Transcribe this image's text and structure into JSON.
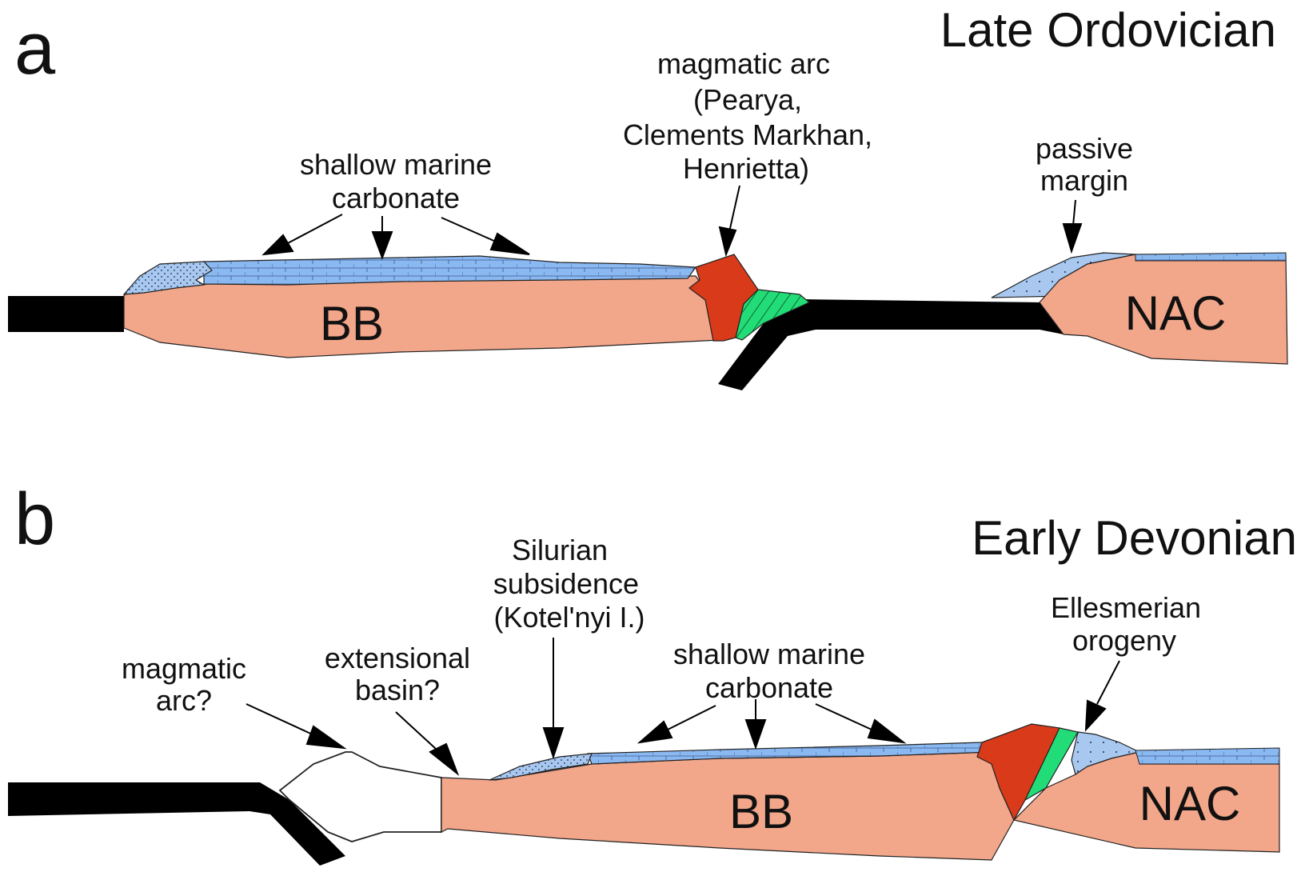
{
  "panels": [
    {
      "letter": "a",
      "title": "Late Ordovician",
      "labels": {
        "shallow_marine": [
          "shallow marine",
          "carbonate"
        ],
        "magmatic_arc": [
          "magmatic arc",
          "(Pearya,",
          "Clements Markhan,",
          "Henrietta)"
        ],
        "passive_margin": [
          "passive",
          "margin"
        ]
      },
      "blocks": {
        "left": "BB",
        "right": "NAC"
      }
    },
    {
      "letter": "b",
      "title": "Early Devonian",
      "labels": {
        "magmatic_arc": [
          "magmatic",
          "arc?"
        ],
        "extensional_basin": [
          "extensional",
          "basin?"
        ],
        "silurian_subsidence": [
          "Silurian",
          "subsidence",
          "(Kotel'nyi I.)"
        ],
        "shallow_marine": [
          "shallow marine",
          "carbonate"
        ],
        "ellesmerian": [
          "Ellesmerian",
          "orogeny"
        ]
      },
      "blocks": {
        "left": "BB",
        "right": "NAC"
      }
    }
  ],
  "colors": {
    "crust": "#f2a68a",
    "carbonate": "#8ab8f0",
    "clastic": "#a8c8f0",
    "arc": "#d83a1a",
    "accretion": "#22dd77",
    "oceanic": "#000000"
  }
}
